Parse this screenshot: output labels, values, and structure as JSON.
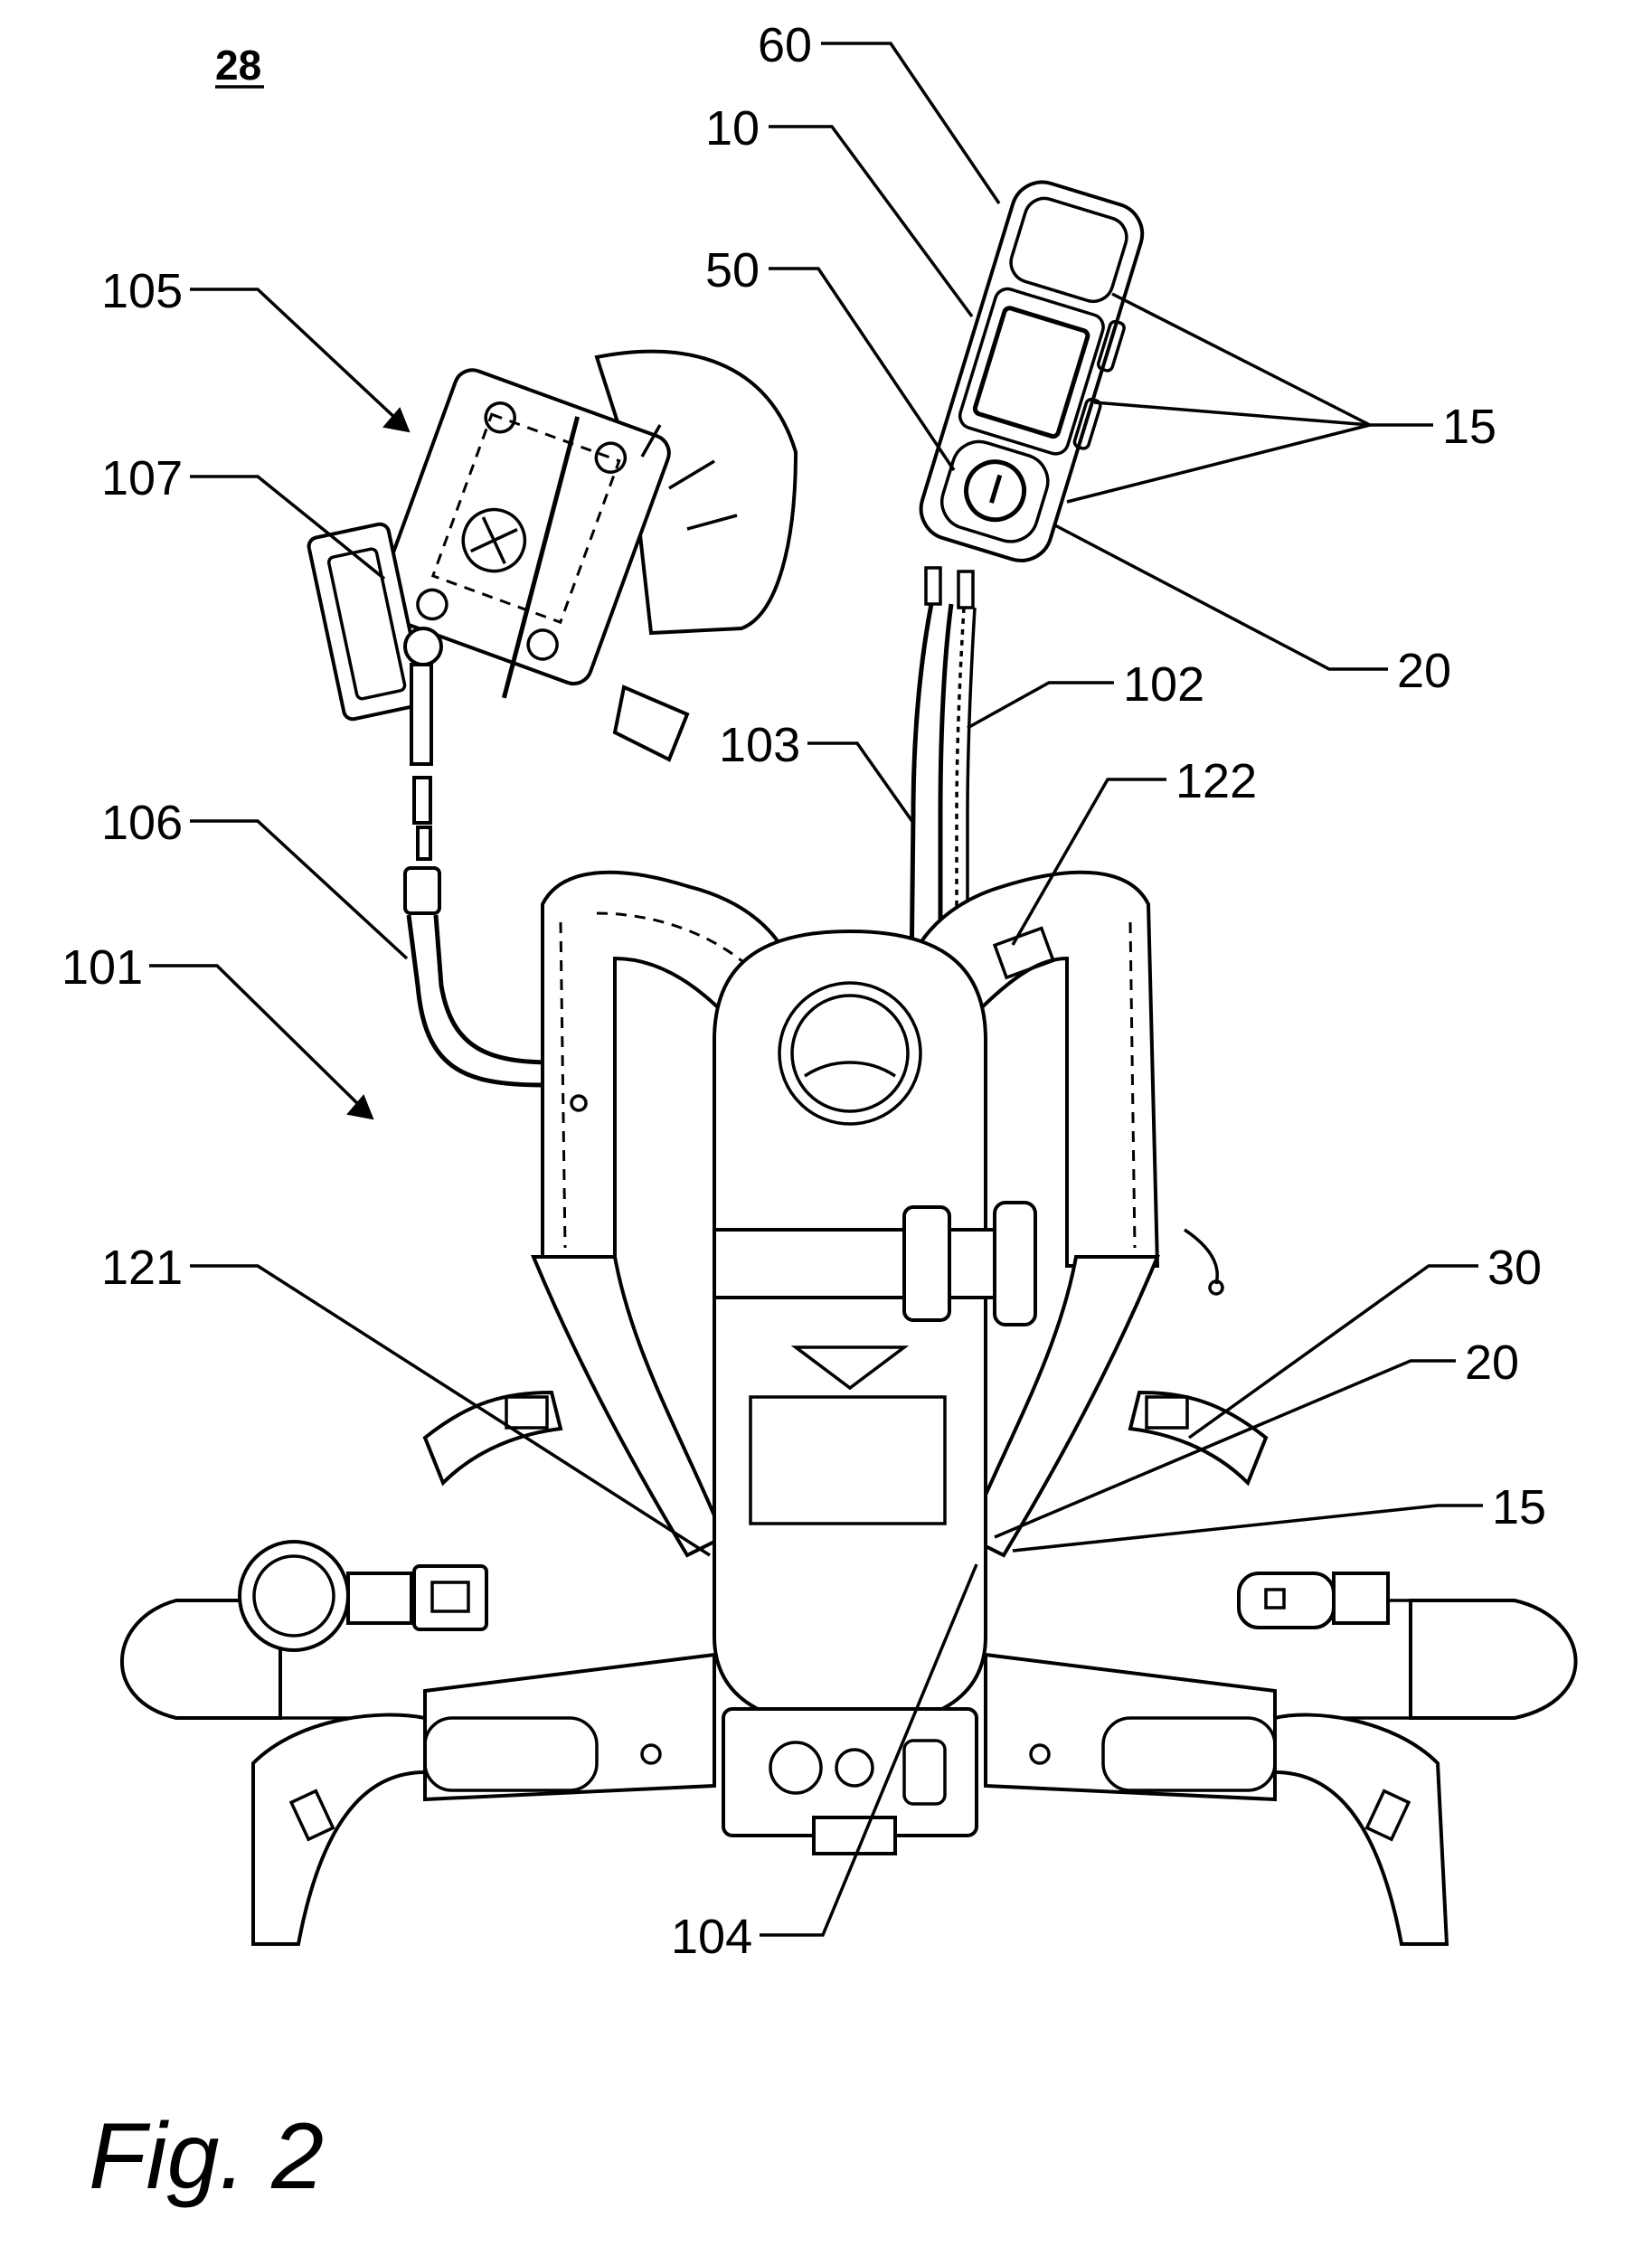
{
  "figure": {
    "number_label": "28",
    "caption": "Fig. 2"
  },
  "refs": {
    "r60": "60",
    "r10": "10",
    "r50": "50",
    "r15_top": "15",
    "r20_top": "20",
    "r105": "105",
    "r107": "107",
    "r102": "102",
    "r103": "103",
    "r122": "122",
    "r106": "106",
    "r101": "101",
    "r121": "121",
    "r30": "30",
    "r20_mid": "20",
    "r15_mid": "15",
    "r104": "104"
  }
}
